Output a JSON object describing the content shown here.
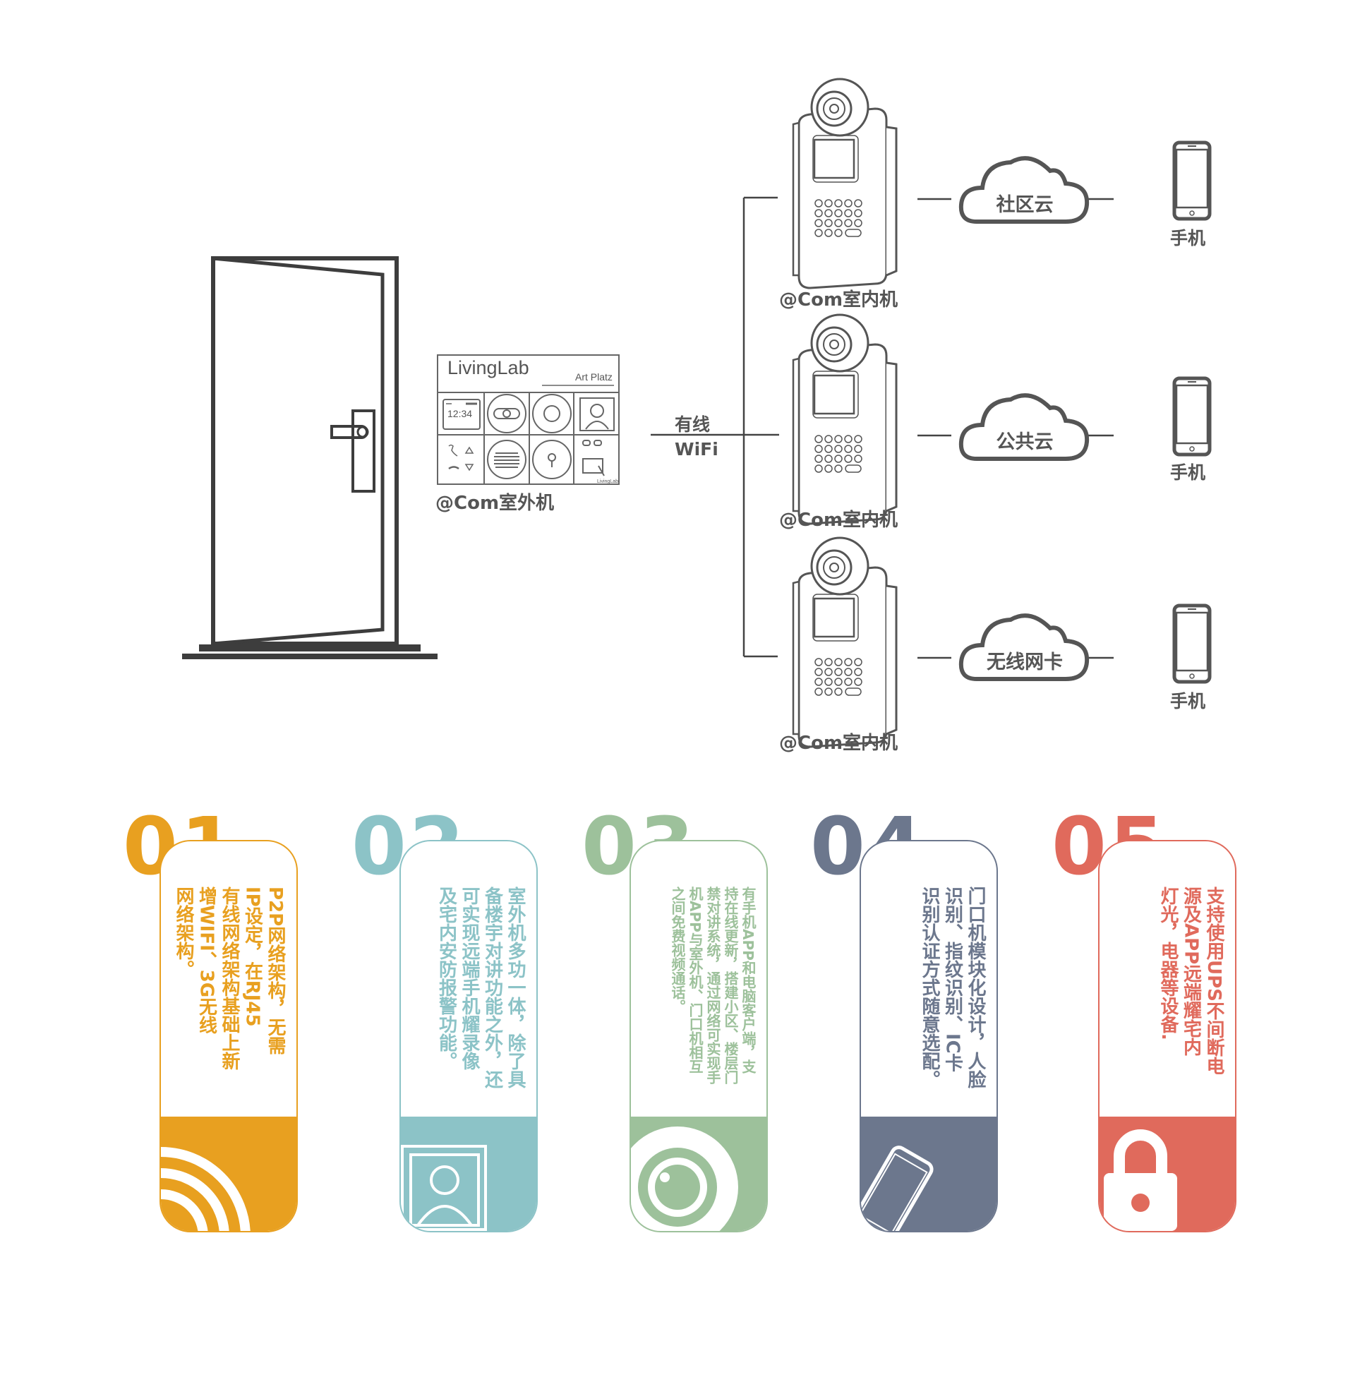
{
  "outdoor": {
    "label": "@Com室外机",
    "brand": "LivingLab",
    "sub_brand": "Art Platz",
    "clock": "12:34",
    "corner_brand": "LivingLab"
  },
  "connection": {
    "line1": "有线",
    "line2": "WiFi"
  },
  "rows": [
    {
      "indoor_label": "@Com室内机",
      "cloud_label": "社区云",
      "phone_label": "手机"
    },
    {
      "indoor_label": "@Com室内机",
      "cloud_label": "公共云",
      "phone_label": "手机"
    },
    {
      "indoor_label": "@Com室内机",
      "cloud_label": "无线网卡",
      "phone_label": "手机"
    }
  ],
  "features": [
    {
      "number": "01",
      "color": "#E8A020",
      "icon": "wifi-icon",
      "lines": [
        "P2P网络架构，无需",
        "IP设定，在RJ45",
        "有线网络架构基础上新",
        "增WIFI、3G无线",
        "网络架构。"
      ]
    },
    {
      "number": "02",
      "color": "#8CC3C7",
      "icon": "user-portrait-icon",
      "lines": [
        "室外机多功一体，除了具",
        "备楼宇对讲功能之外，还",
        "可实现远端手机耀录像",
        "及宅内安防报警功能。"
      ]
    },
    {
      "number": "03",
      "color": "#9DC19B",
      "icon": "camera-icon",
      "lines": [
        "有手机APP和电脑客户端，支",
        "持在线更新，搭建小区、楼层门",
        "禁对讲系统，通过网络可实现手",
        "机APP与室外机、门口机相互",
        "之间免费视频通话。"
      ]
    },
    {
      "number": "04",
      "color": "#6C778D",
      "icon": "smartphone-icon",
      "lines": [
        "门口机模块化设计，人脸",
        "识别、指纹识别、IC卡",
        "识别认证方式随意选配。"
      ]
    },
    {
      "number": "05",
      "color": "#E06A5C",
      "icon": "lock-icon",
      "lines": [
        "支持使用UPS不间断电",
        "源及APP远端耀宅内",
        "灯光，电器等设备."
      ]
    }
  ]
}
